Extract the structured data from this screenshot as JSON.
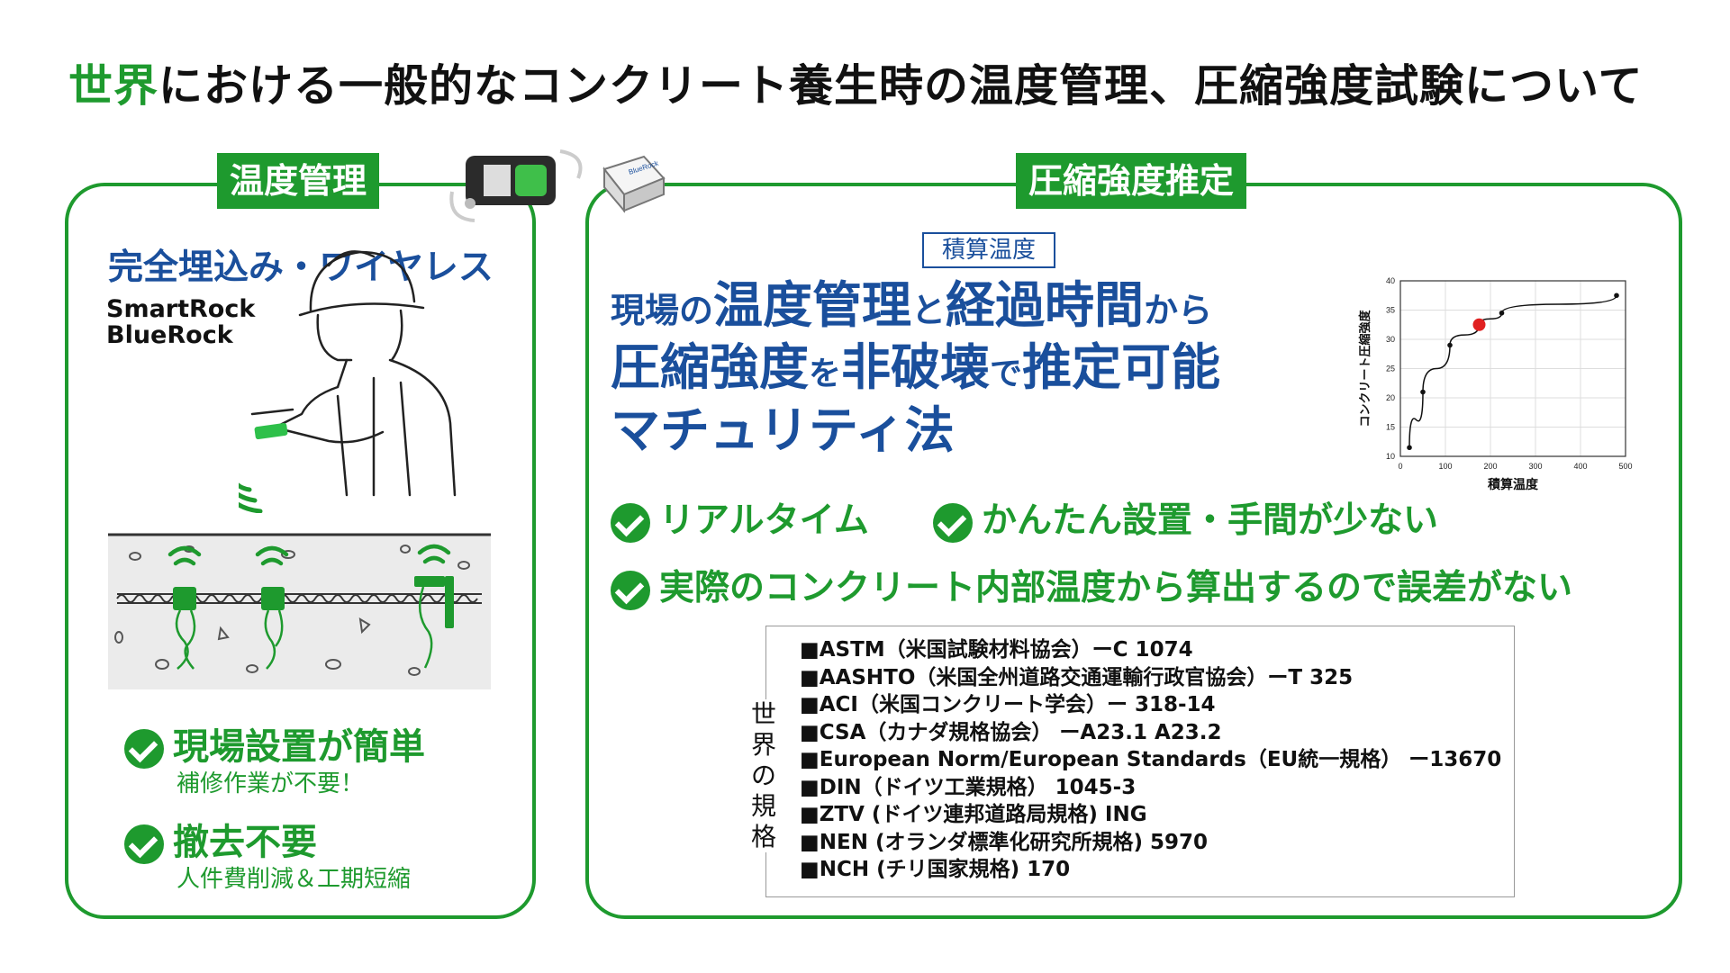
{
  "title": {
    "highlight": "世界",
    "rest": "における一般的なコンクリート養生時の温度管理、圧縮強度試験について"
  },
  "left": {
    "tab": "温度管理",
    "headline": "完全埋込み・ワイヤレス",
    "products": [
      "SmartRock",
      "BlueRock"
    ],
    "features": [
      {
        "label": "現場設置が簡単",
        "sub": "補修作業が不要！"
      },
      {
        "label": "撤去不要",
        "sub": "人件費削減＆工期短縮"
      }
    ]
  },
  "right": {
    "tab": "圧縮強度推定",
    "badge": "積算温度",
    "headline": {
      "line1": {
        "a": "現場の",
        "b": "温度管理",
        "c": "と",
        "d": "経過時間",
        "e": "から"
      },
      "line2": {
        "a": "圧縮強度",
        "b": "を",
        "c": "非破壊",
        "d": "で",
        "e": "推定可能"
      },
      "line3": "マチュリティ法"
    },
    "features": [
      "リアルタイム",
      "かんたん設置・手間が少ない",
      "実際のコンクリート内部温度から算出するので誤差がない"
    ],
    "standards_label": "世界の規格",
    "standards": [
      "■ASTM（米国試験材料協会）ーC 1074",
      "■AASHTO（米国全州道路交通運輸行政官協会）ーT 325",
      "■ACI（米国コンクリート学会）ー 318-14",
      "■CSA（カナダ規格協会） ーA23.1 A23.2",
      "■European Norm/European Standards（EU統一規格） ー13670",
      "■DIN（ドイツ工業規格） 1045-3",
      "■ZTV (ドイツ連邦道路局規格) ING",
      "■NEN (オランダ標準化研究所規格) 5970",
      "■NCH (チリ国家規格) 170"
    ]
  },
  "device": {
    "label": "BlueRock"
  },
  "colors": {
    "green": "#1e9a2e",
    "blue": "#1a4f9c",
    "red": "#e02020"
  },
  "chart_data": {
    "type": "line",
    "xlabel": "積算温度",
    "ylabel": "コンクリート圧縮強度",
    "xlim": [
      0,
      500
    ],
    "ylim": [
      10,
      40
    ],
    "xticks": [
      "0",
      "100",
      "200",
      "300",
      "400",
      "500"
    ],
    "yticks": [
      "10",
      "15",
      "20",
      "25",
      "30",
      "35",
      "40"
    ],
    "grid": true,
    "x": [
      20,
      50,
      110,
      175,
      225,
      480
    ],
    "y": [
      11.5,
      21,
      29,
      32.5,
      34.5,
      37.5
    ],
    "highlight_index": 3
  }
}
